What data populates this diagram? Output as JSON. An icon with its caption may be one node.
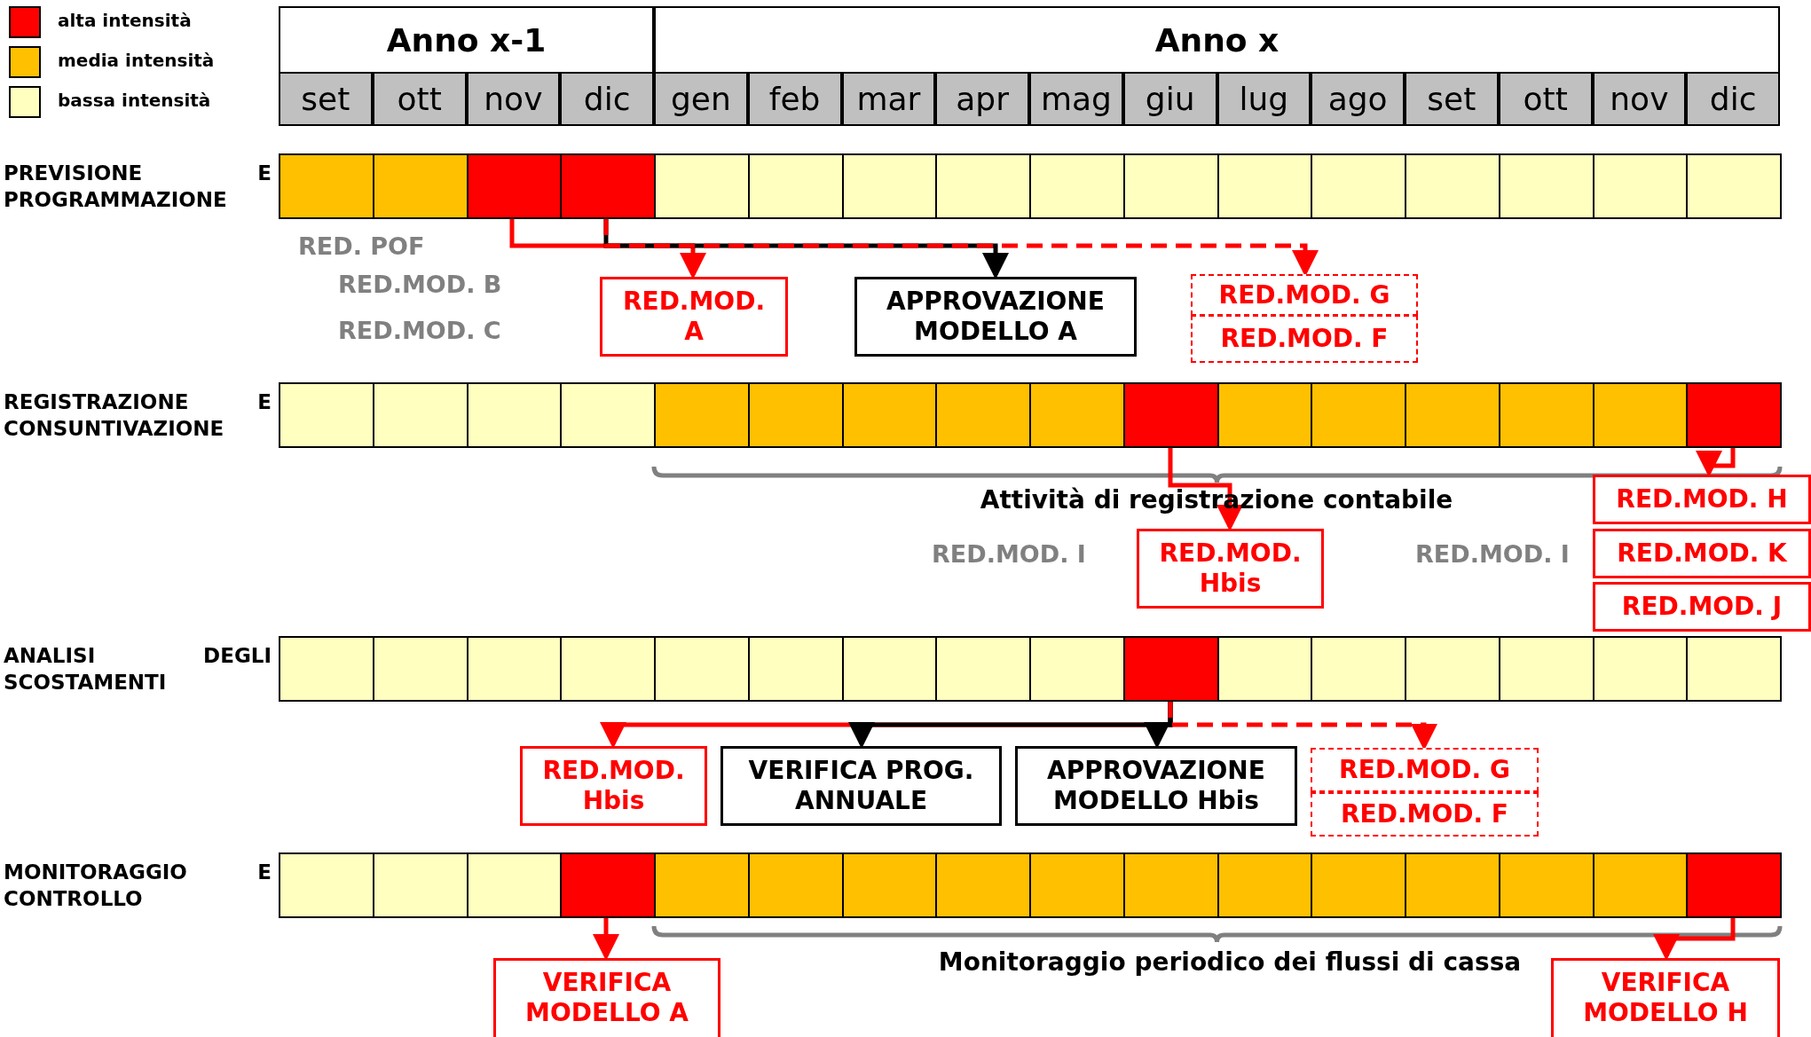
{
  "diagram": {
    "nodes": [
      {
        "text": [
          "PREVISIONE E PROGRAMMAZIONE"
        ]
      },
      {
        "text": [],
        "shape": "box",
        "in": 0
      },
      {
        "text": [],
        "shape": "box",
        "in": 0
      },
      {
        "text": [],
        "shape": "box",
        "in": 0
      },
      {
        "text": [],
        "shape": "box",
        "in": 0
      },
      {
        "text": [],
        "shape": "box",
        "in": 0
      },
      {
        "text": [],
        "shape": "box",
        "in": 0
      },
      {
        "text": [],
        "shape": "box",
        "in": 0
      },
      {
        "text": [],
        "shape": "box",
        "in": 0
      },
      {
        "text": [],
        "shape": "box",
        "in": 0
      },
      {
        "text": [],
        "shape": "box",
        "in": 0
      },
      {
        "text": [],
        "shape": "box",
        "in": 0
      },
      {
        "text": [],
        "shape": "box",
        "in": 0
      },
      {
        "text": [],
        "shape": "box",
        "in": 0
      },
      {
        "text": [],
        "shape": "box",
        "in": 0
      },
      {
        "text": [],
        "shape": "box",
        "in": 0
      },
      {
        "text": [],
        "shape": "box",
        "in": 0
      },
      {
        "text": [
          "RED.MOD. A"
        ]
      },
      {
        "text": [
          "APPROVAZIONE MODELLO A"
        ]
      },
      {
        "text": [
          "RED.MOD. G"
        ]
      },
      {
        "text": [
          "RED.MOD. F"
        ]
      },
      {
        "text": [
          "REGISTRAZIONE E CONSUNTIVAZIONE"
        ]
      },
      {
        "text": [],
        "shape": "box",
        "in": 21
      },
      {
        "text": [],
        "shape": "box",
        "in": 21
      },
      {
        "text": [],
        "shape": "box",
        "in": 21
      },
      {
        "text": [],
        "shape": "box",
        "in": 21
      },
      {
        "text": [],
        "shape": "box",
        "in": 21
      },
      {
        "text": [],
        "shape": "box",
        "in": 21
      },
      {
        "text": [],
        "shape": "box",
        "in": 21
      },
      {
        "text": [],
        "shape": "box",
        "in": 21
      },
      {
        "text": [],
        "shape": "box",
        "in": 21
      },
      {
        "text": [],
        "shape": "box",
        "in": 21
      },
      {
        "text": [],
        "shape": "box",
        "in": 21
      },
      {
        "text": [],
        "shape": "box",
        "in": 21
      },
      {
        "text": [],
        "shape": "box",
        "in": 21
      },
      {
        "text": [],
        "shape": "box",
        "in": 21
      },
      {
        "text": [],
        "shape": "box",
        "in": 21
      },
      {
        "text": [],
        "shape": "box",
        "in": 21
      },
      {
        "text": [
          "RED.MOD. H"
        ]
      },
      {
        "text": [
          "RED.MOD. Hbis"
        ]
      },
      {
        "text": [
          "RED.MOD. K"
        ]
      },
      {
        "text": [
          "RED.MOD. J"
        ]
      },
      {
        "text": [
          "ANALISI DEGLI SCOSTAMENTI"
        ]
      },
      {
        "text": [],
        "shape": "box",
        "in": 42
      },
      {
        "text": [],
        "shape": "box",
        "in": 42
      },
      {
        "text": [],
        "shape": "box",
        "in": 42
      },
      {
        "text": [],
        "shape": "box",
        "in": 42
      },
      {
        "text": [],
        "shape": "box",
        "in": 42
      },
      {
        "text": [],
        "shape": "box",
        "in": 42
      },
      {
        "text": [],
        "shape": "box",
        "in": 42
      },
      {
        "text": [],
        "shape": "box",
        "in": 42
      },
      {
        "text": [],
        "shape": "box",
        "in": 42
      },
      {
        "text": [],
        "shape": "box",
        "in": 42
      },
      {
        "text": [],
        "shape": "box",
        "in": 42
      },
      {
        "text": [],
        "shape": "box",
        "in": 42
      },
      {
        "text": [],
        "shape": "box",
        "in": 42
      },
      {
        "text": [],
        "shape": "box",
        "in": 42
      },
      {
        "text": [],
        "shape": "box",
        "in": 42
      },
      {
        "text": [],
        "shape": "box",
        "in": 42
      },
      {
        "text": [
          "RED.MOD. Hbis"
        ]
      },
      {
        "text": [
          "VERIFICA PROG. ANNUALE"
        ]
      },
      {
        "text": [
          "APPROVAZIONE MODELLO Hbis"
        ]
      },
      {
        "text": [
          "RED.MOD. G"
        ]
      },
      {
        "text": [
          "RED.MOD. F"
        ]
      },
      {
        "text": [
          "MONITORAGGIO E CONTROLLO"
        ]
      },
      {
        "text": [],
        "shape": "box",
        "in": 64
      },
      {
        "text": [],
        "shape": "box",
        "in": 64
      },
      {
        "text": [],
        "shape": "box",
        "in": 64
      },
      {
        "text": [],
        "shape": "box",
        "in": 64
      },
      {
        "text": [],
        "shape": "box",
        "in": 64
      },
      {
        "text": [],
        "shape": "box",
        "in": 64
      },
      {
        "text": [],
        "shape": "box",
        "in": 64
      },
      {
        "text": [],
        "shape": "box",
        "in": 64
      },
      {
        "text": [],
        "shape": "box",
        "in": 64
      },
      {
        "text": [],
        "shape": "box",
        "in": 64
      },
      {
        "text": [],
        "shape": "box",
        "in": 64
      },
      {
        "text": [],
        "shape": "box",
        "in": 64
      },
      {
        "text": [],
        "shape": "box",
        "in": 64
      },
      {
        "text": [],
        "shape": "box",
        "in": 64
      },
      {
        "text": [],
        "shape": "box",
        "in": 64
      },
      {
        "text": [],
        "shape": "box",
        "in": 64
      },
      {
        "text": [
          "VERIFICA MODELLO A"
        ]
      },
      {
        "text": [
          "VERIFICA MODELLO H"
        ]
      }
    ],
    "edges": [
      {
        "from": 3,
        "to": 17,
        "arrow": "to"
      },
      {
        "from": 4,
        "to": 18,
        "arrow": "to",
        "color": "#000000"
      },
      {
        "from": 4,
        "to": 19,
        "arrow": "to",
        "style": "dashed"
      },
      {
        "from": 31,
        "to": 39,
        "arrow": "to"
      },
      {
        "from": 37,
        "to": 38,
        "arrow": "to"
      },
      {
        "from": 52,
        "to": 59,
        "arrow": "to"
      },
      {
        "from": 52,
        "to": 60,
        "arrow": "to",
        "color": "#000000"
      },
      {
        "from": 52,
        "to": 61,
        "arrow": "to",
        "color": "#000000"
      },
      {
        "from": 52,
        "to": 62,
        "arrow": "to",
        "style": "dashed"
      },
      {
        "from": 68,
        "to": 81,
        "arrow": "to"
      },
      {
        "from": 80,
        "to": 82,
        "arrow": "to"
      }
    ],
    "labels": [
      "Anno x-1",
      "Anno x",
      "set",
      "ott",
      "nov",
      "dic",
      "gen",
      "feb",
      "mar",
      "apr",
      "mag",
      "giu",
      "lug",
      "ago",
      "set",
      "ott",
      "nov",
      "dic",
      "RED. POF",
      "RED.MOD. B",
      "RED.MOD. C",
      "Attività di registrazione contabile",
      "RED.MOD. I",
      "RED.MOD. I",
      "Monitoraggio periodico dei flussi di cassa"
    ],
    "legend": [
      {
        "text": "alta intensità",
        "color": "#ff0000"
      },
      {
        "text": "media intensità",
        "color": "#ffc000"
      },
      {
        "text": "bassa intensità",
        "color": "#ffffc0"
      }
    ]
  }
}
